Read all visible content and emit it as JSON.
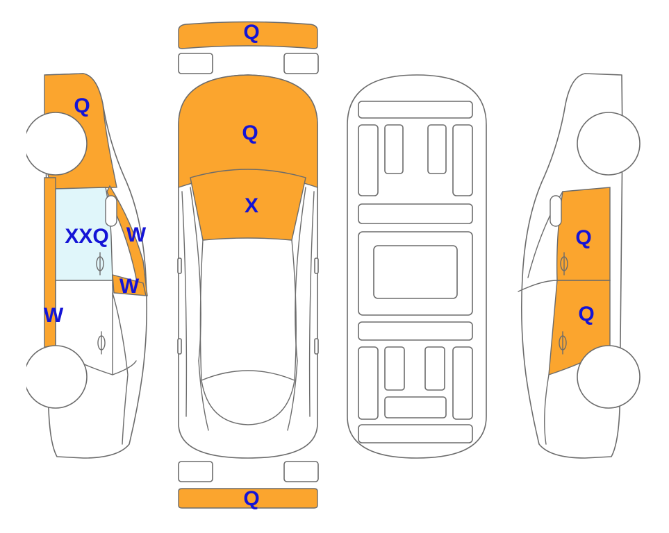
{
  "colors": {
    "damage_fill": "#FBA52E",
    "glass_tint": "#E0F6FA",
    "outline": "#6B6B6B",
    "code_text": "#1414D6"
  },
  "views": {
    "left_side": {
      "front_fender": "Q",
      "front_door_glass": "XXQ",
      "a_pillar": "W",
      "mirror": "W",
      "rocker": "W"
    },
    "top": {
      "front_bumper": "Q",
      "hood": "Q",
      "windshield": "X",
      "rear_bumper": "Q"
    },
    "underbody": {},
    "right_side": {
      "front_door": "Q",
      "rear_door": "Q"
    }
  }
}
